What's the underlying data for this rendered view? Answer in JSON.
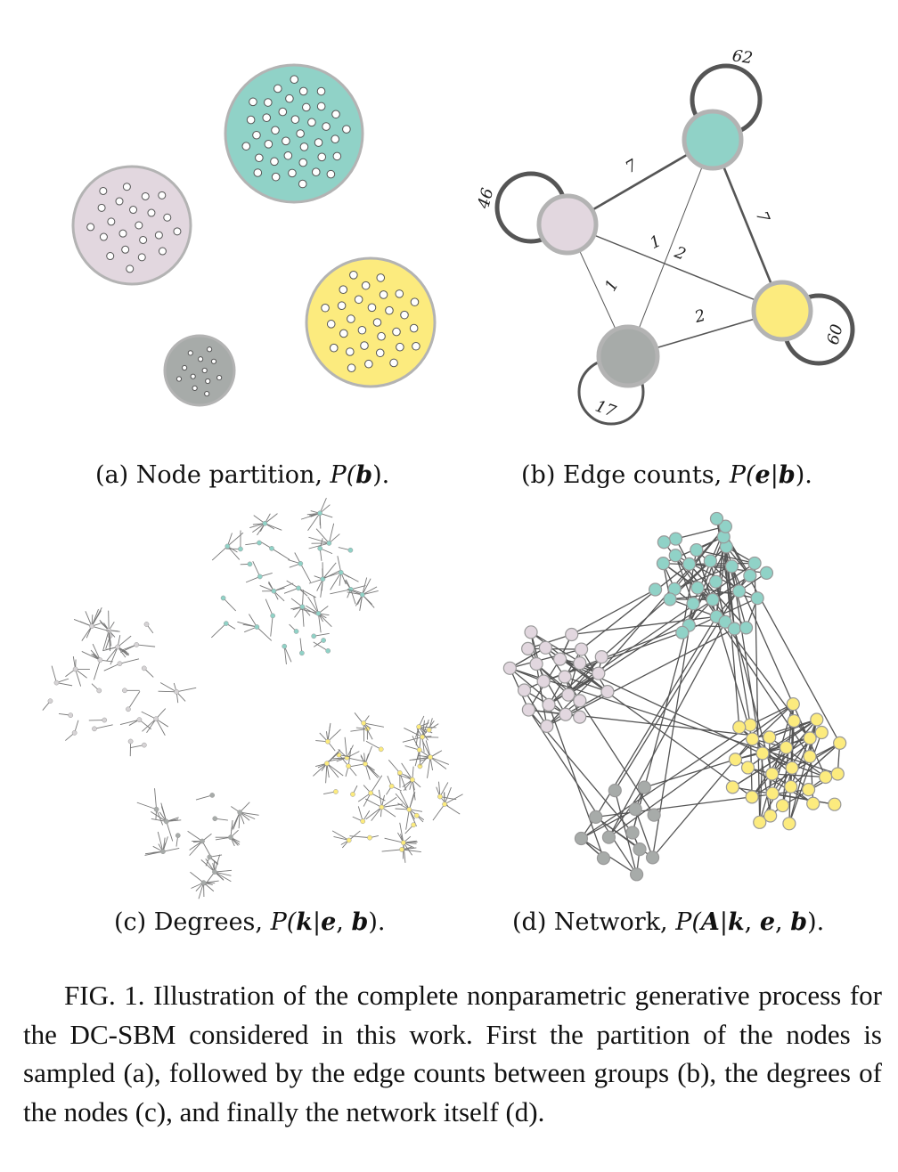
{
  "panels": {
    "a": {
      "caption_text": "(a) Node partition, ",
      "caption_math": "P(",
      "caption_var": "b",
      "caption_end": ")."
    },
    "b": {
      "caption_text": "(b) Edge counts, ",
      "caption_math_open": "P(",
      "caption_var1": "e",
      "caption_sep": "|",
      "caption_var2": "b",
      "caption_end": ")."
    },
    "c": {
      "caption_text": "(c) Degrees, ",
      "caption_math_open": "P(",
      "caption_var1": "k",
      "caption_sep": "|",
      "caption_var2": "e",
      "caption_comma": ", ",
      "caption_var3": "b",
      "caption_end": ")."
    },
    "d": {
      "caption_text": "(d) Network, ",
      "caption_math_open": "P(",
      "caption_var1": "A",
      "caption_sep": "|",
      "caption_var2": "k",
      "caption_comma1": ", ",
      "caption_var3": "e",
      "caption_comma2": ", ",
      "caption_var4": "b",
      "caption_end": ")."
    }
  },
  "edge_counts": {
    "self_teal": "62",
    "self_pink": "46",
    "self_yellow": "60",
    "self_gray": "17",
    "teal_pink": "7",
    "teal_yellow": "7",
    "pink_yellow": "1",
    "teal_gray": "2",
    "pink_gray": "1",
    "gray_yellow": "2"
  },
  "colors": {
    "teal": "#90d2c7",
    "pink": "#e2d7df",
    "yellow": "#fceb7e",
    "gray": "#a7aba9",
    "ring": "#b3b3b3",
    "edge": "#555555"
  },
  "figure_caption": "FIG. 1. Illustration of the complete nonparametric generative process for the DC-SBM considered in this work. First the partition of the nodes is sampled (a), followed by the edge counts between groups (b), the degrees of the nodes (c), and finally the network itself (d)."
}
